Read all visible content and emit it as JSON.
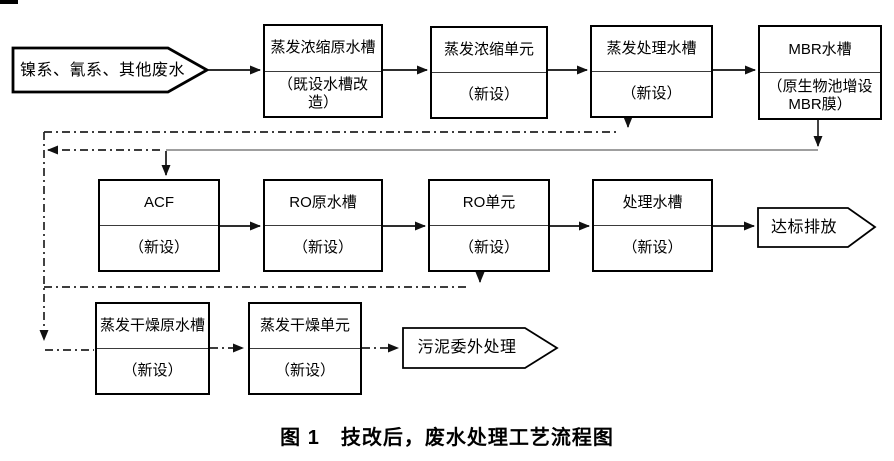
{
  "figure": {
    "caption": "图 1　技改后，废水处理工艺流程图",
    "source_label": "镍系、氰系、其他废水",
    "discharge_label": "达标排放",
    "sludge_label": "污泥委外处理",
    "rows": {
      "top": [
        {
          "title": "蒸发浓缩原水槽",
          "note": "（既设水槽改造）"
        },
        {
          "title": "蒸发浓缩单元",
          "note": "（新设）"
        },
        {
          "title": "蒸发处理水槽",
          "note": "（新设）"
        },
        {
          "title": "MBR水槽",
          "note": "（原生物池增设MBR膜）"
        }
      ],
      "middle": [
        {
          "title": "ACF",
          "note": "（新设）"
        },
        {
          "title": "RO原水槽",
          "note": "（新设）"
        },
        {
          "title": "RO单元",
          "note": "（新设）"
        },
        {
          "title": "处理水槽",
          "note": "（新设）"
        }
      ],
      "bottom": [
        {
          "title": "蒸发干燥原水槽",
          "note": "（新设）"
        },
        {
          "title": "蒸发干燥单元",
          "note": "（新设）"
        }
      ]
    },
    "colors": {
      "line": "#1a1a1a",
      "thin_line": "#666666",
      "border": "#000000",
      "background": "#ffffff"
    }
  }
}
